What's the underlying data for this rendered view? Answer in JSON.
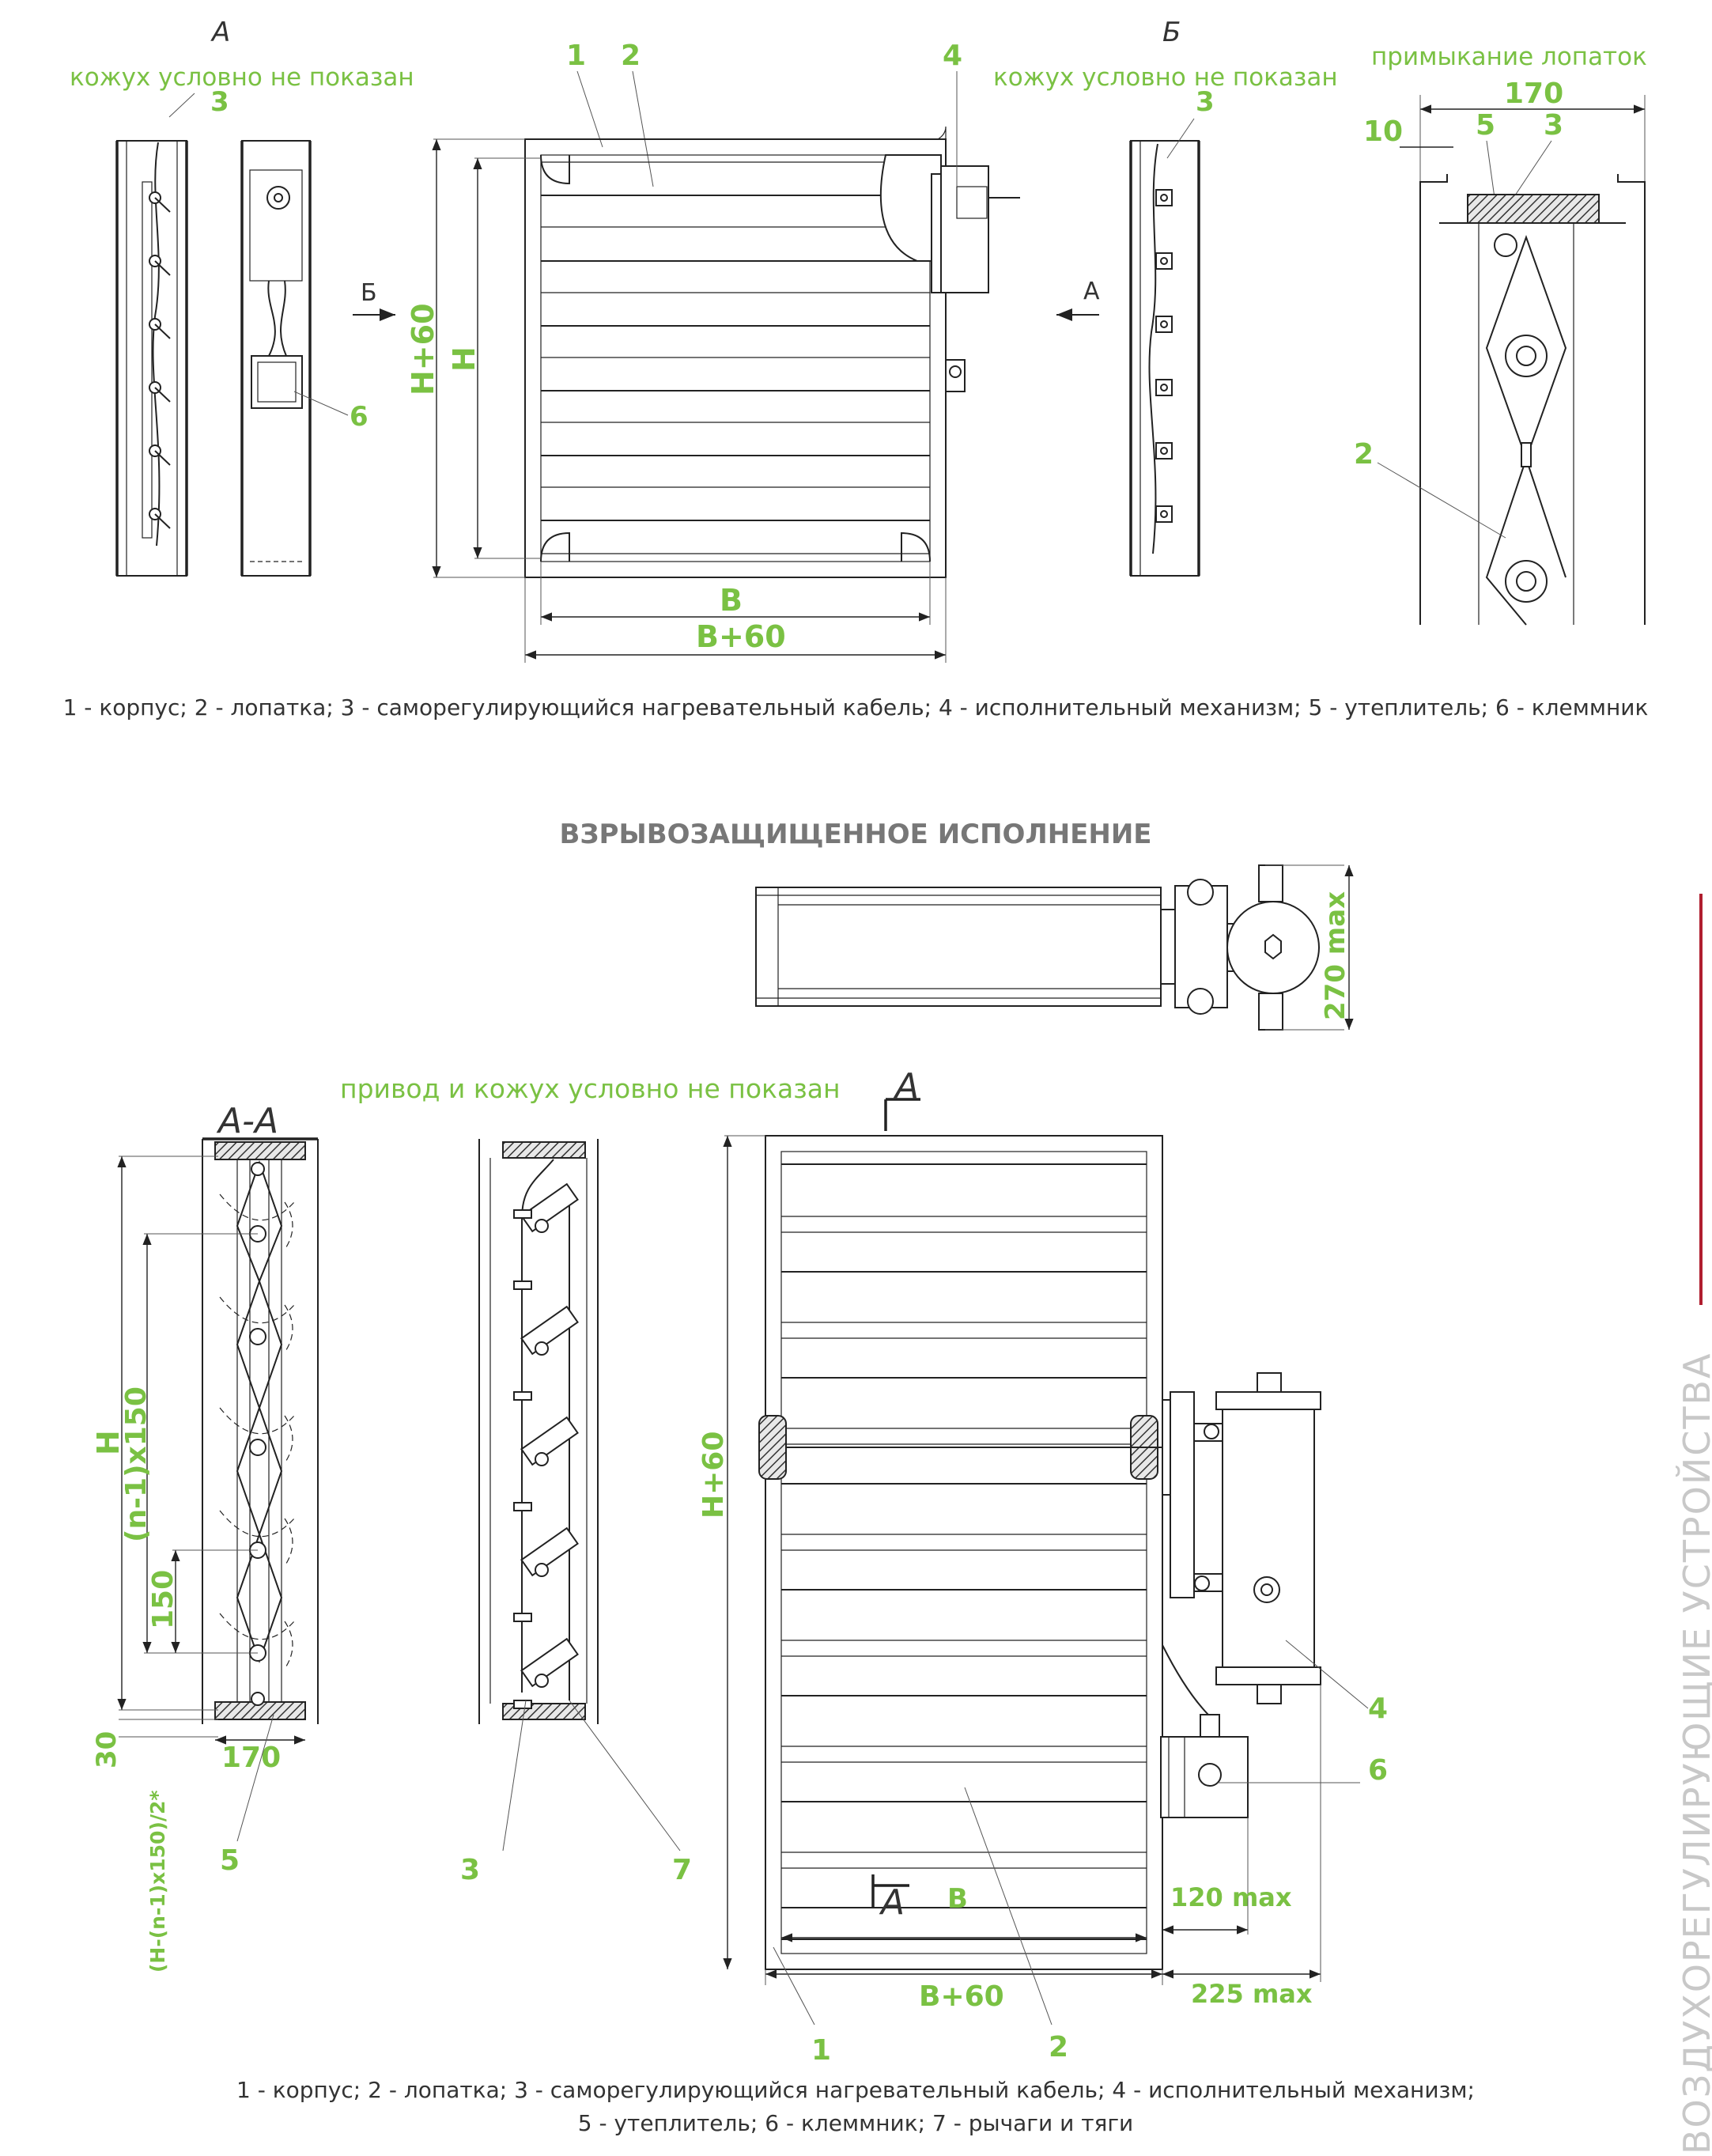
{
  "colors": {
    "accent_green": "#7ac143",
    "brand_red": "#b01e2f",
    "line": "#222222",
    "side_text": "#c8c8c8"
  },
  "top": {
    "view_a_letter": "А",
    "view_a_note": "кожух условно не показан",
    "view_b_letter": "Б",
    "view_b_note": "кожух условно не показан",
    "blade_note": "примыкание лопаток",
    "arrow_b": "Б",
    "arrow_a": "А",
    "dim_h60": "H+60",
    "dim_h": "H",
    "dim_b": "B",
    "dim_b60": "B+60",
    "dim_170": "170",
    "dim_10": "10",
    "callouts": {
      "c1": "1",
      "c2": "2",
      "c3": "3",
      "c4": "4",
      "c5": "5",
      "c6": "6"
    },
    "legend": "1 - корпус; 2 - лопатка; 3 - саморегулирующийся нагревательный кабель; 4 - исполнительный механизм; 5 - утеплитель; 6 - клеммник"
  },
  "bottom": {
    "heading": "ВЗРЫВОЗАЩИЩЕННОЕ ИСПОЛНЕНИЕ",
    "dim_270": "270 max",
    "note": "привод и кожух условно не показан",
    "section": "А-А",
    "section_mark": "А",
    "dim_h": "H",
    "dim_n150": "(n-1)x150",
    "dim_150": "150",
    "dim_30": "30",
    "dim_formula": "(H-(n-1)x150)/2*",
    "dim_170": "170",
    "dim_h60": "H+60",
    "dim_b": "B",
    "dim_b60": "B+60",
    "dim_120": "120 max",
    "dim_225": "225 max",
    "callouts": {
      "c1": "1",
      "c2": "2",
      "c3": "3",
      "c4": "4",
      "c5": "5",
      "c6": "6",
      "c7": "7"
    },
    "legend_line1": "1 - корпус; 2 - лопатка; 3 - саморегулирующийся нагревательный кабель; 4 - исполнительный механизм;",
    "legend_line2": "5 - утеплитель; 6 - клеммник; 7 - рычаги и тяги"
  },
  "side_title": "ВОЗДУХОРЕГУЛИРУЮЩИЕ УСТРОЙСТВА"
}
